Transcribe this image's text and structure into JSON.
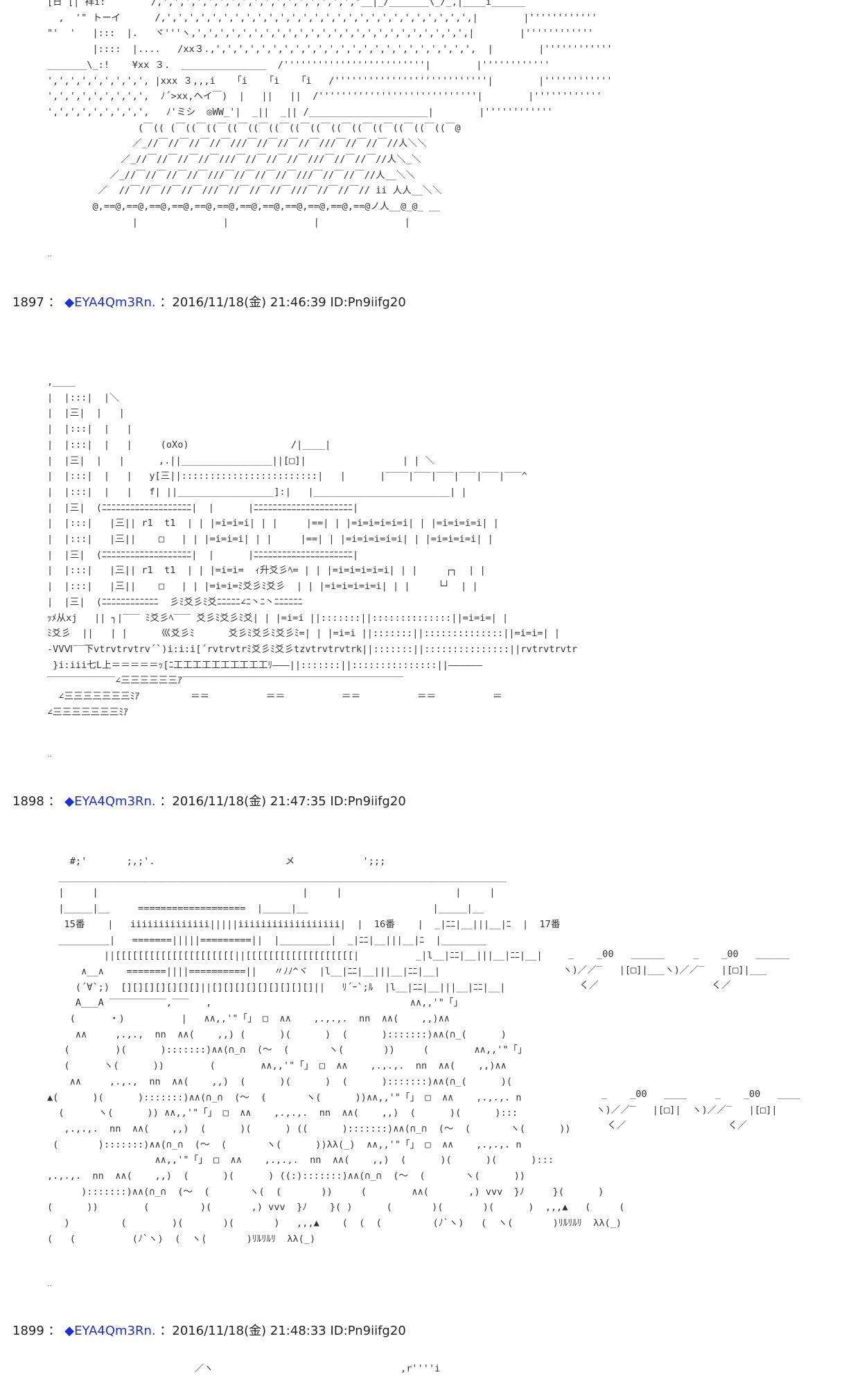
{
  "posts": [
    {
      "id": "top",
      "aa": [
        "[日 [| 祥ı:        /,',',',',',',',',',',',',',',',',',\"__|_/_______\\_/_,|____i______",
        "  ,  '\" トーイ      /,',',',',',',',',',',',',',',',',',',',',',',',',',',',|        |''''''''''''",
        "\"'  '   |:::  |.   ヾ'''ヽ,',',',',',',',',',',',',',',',',',',',',',',',',|        |''''''''''''",
        "        |::::  |....   /xx３.,',',',',',',',',',',',',',',',',',',',',',',',  |        |''''''''''''",
        "_______\\_:!    ¥xx ３.  _______________  /'''''''''''''''''''''''''|        |''''''''''''",
        "',',',',',',',',', |xxx ３,,,i   「i   「i   「i   /'''''''''''''''''''''''''''|        |''''''''''''",
        "',',',',',',',',',  ﾉ´>xx,ヘイ￣)  |   ||   ||  /''''''''''''''''''''''''''''|        |''''''''''''",
        "',',',',',',',',',   ﾉ'ミシ  ◎WW_'|  _||  _|| /_____________________|        |''''''''''''",
        "                (￣(( (￣((￣((￣((￣((￣((￣((￣((￣((￣((￣((￣((￣((￣((￣@",
        "               ／_//￣//￣//￣//￣///￣//￣//￣//￣///￣//￣//￣//人＼＼",
        "             ／_//￣//￣//￣//￣///￣//￣//￣//￣///￣//￣//￣//人＼_＼",
        "           ／_//￣//￣//￣//￣///￣//￣//￣//￣///￣//￣//￣//人__＼＼",
        "         ／  //￣//￣//￣//￣///￣//￣//￣//￣///￣//￣//￣// ii 人人__＼＼",
        "        @,==@,==@,==@,==@,==@,==@,==@,==@,==@,==@,==@,==@ノ人__@_@_ __",
        "               |               |               |               |"
      ],
      "dots": ".."
    },
    {
      "id": "1897",
      "header": {
        "number": "1897",
        "sep": "：",
        "diamond": "◆",
        "name": "EYA4Qm3Rn.",
        "rest": "：2016/11/18(金) 21:46:39 ID:Pn9iifg20"
      },
      "aa": [
        ",____",
        "|  |:::|  |＼",
        "|  |三|  |   |",
        "|  |:::|  |   |",
        "|  |:::|  |   |     (oXo)                  /|____|",
        "|  |三|  |   |      ,.||________________||[□]|                 | | ＼",
        "|  |:::|  |   |   y[三||::::::::::::::::::::::::|   |      |‾‾‾‾|‾‾‾|‾‾‾|‾‾‾|‾‾‾|‾‾‾^",
        "|  |:::|  |   |   f| ||_________________]:|   |________________________| |",
        "|  |三|  (ﾆﾆﾆﾆﾆﾆﾆﾆﾆﾆﾆﾆﾆﾆﾆﾆﾆﾆﾆ|  |      |ﾆﾆﾆﾆﾆﾆﾆﾆﾆﾆﾆﾆﾆﾆﾆﾆﾆﾆﾆﾆﾆ|",
        "|  |:::|   |三|| r1  t1  | | |=i=i=i| | |     |==| | |=i=i=i=i=i| | |=i=i=i=i| |",
        "|  |:::|   |三||    □   | | |=i=i=i| | |     |==| | |=i=i=i=i=i| | |=i=i=i=i| |",
        "|  |三|  (ﾆﾆﾆﾆﾆﾆﾆﾆﾆﾆﾆﾆﾆﾆﾆﾆﾆﾆﾆ|  |      |ﾆﾆﾆﾆﾆﾆﾆﾆﾆﾆﾆﾆﾆﾆﾆﾆﾆﾆﾆﾆﾆ|",
        "|  |:::|   |三|| r1  t1  | | |=i=i=  ｨ升爻彡ﾍ= | | |=i=i=i=i=i| | |     ┌┐  | |",
        "|  |:::|   |三||    □   | | |=i=i=ﾐ爻彡ﾐ爻彡  | | |=i=i=i=i=i| | |     └┘  | |",
        "|  |三|  (ﾆﾆﾆﾆﾆﾆﾆﾆﾆﾆﾆﾆ  彡ﾐ爻彡ﾐ爻ﾆﾆﾆﾆﾆ∠ﾆ丶ﾆ丶ﾆﾆﾆﾆﾆﾆ",
        "ｯﾒ从xj   || ┐|‾‾‾ ﾐ爻彡ﾍ‾‾‾ 爻彡ﾐ爻彡ﾐ爻| | |=i=i ||:::::::||::::::::::::::||=i=i=| |",
        "ﾐ爻彡  ||   | |      巛爻彡ﾐ      爻彡ﾐ爻彡ﾐ爻彡ﾐ=| | |=i=i ||:::::::||::::::::::::::||=i=i=| |",
        "‐VVⅥ‾‾下vtrvtrvtrv´`)i:i:i[´rvtrvtrﾐ爻彡ﾐ爻彡tzvtrvtrvtrk||:::::::||:::::::::::::::||rvtrvtrvtr",
        " }i:iii七L上＝＝＝＝＝ｯ[ﾆ工工工工工工工工工工ﾘ―――||:::::::||:::::::::::::::||――――――",
        "‾‾‾‾‾‾‾‾‾‾‾‾∠三三三三三三ｱ‾‾‾‾‾‾‾‾‾‾‾‾‾‾‾‾‾‾‾‾‾‾‾‾‾‾‾‾‾‾‾‾‾‾‾‾‾‾‾",
        "  ∠三三三三三三三ﾐｱ         ＝＝          ＝＝          ＝＝          ＝＝          ＝",
        "∠三三三三三三三ﾐｱ"
      ],
      "dots": ".."
    },
    {
      "id": "1898",
      "header": {
        "number": "1898",
        "sep": "：",
        "diamond": "◆",
        "name": "EYA4Qm3Rn.",
        "rest": "：2016/11/18(金) 21:47:35 ID:Pn9iifg20"
      },
      "aa": [
        "    #;'       ;,;'.                       メ            ';;;",
        "  _______________________________________________________________________________",
        "  |     |                                    |     |                    |     |",
        "  |_____|__     ===================  |_____|__                      |_____|__",
        "   15番    |   iiiiiiiiiiiiii|||||iiiiiiiiiiiiiiiiii|  |  16番    |  _|ﾆﾆ|__|||__|ﾆ  |  17番",
        "  _________|   =======|||||=========||  |_________|  _|ﾆﾆ|__|||__|ﾆ  |________",
        "          ||[[[[[[[[[[[[[[[[[[[[[||[[[[[[[[[[[[[[[[[[[|          _|l__|ﾆﾆ|__|||__|ﾆﾆ|__|",
        "      ∧__∧    =======||||==========||   〃ﾉﾉ^ヾ  |l__|ﾆﾆ|__|||__|ﾆﾆ|__|",
        "     (´∀`;)  [][][][][][][]||[][][][][][][][][]||   ﾘ´ｰ`;ﾙ  |l__|ﾆﾆ|__|||__|ﾆﾆ|__|",
        "     A___A ‾‾‾‾‾‾‾‾‾‾,‾‾‾   ,                                   ∧∧,,'\"「」",
        "    (      ・)          |   ∧∧,,'\"「」 □  ∧∧    ,.,.,.  nn  ∧∧(    ,,)∧∧",
        "     ∧∧     ,.,.,  nn  ∧∧(    ,,) (      )(      )  (      ):::::::)∧∧(∩_(      )",
        "   (        )(      ):::::::)∧∧(∩_∩  (〜  (       ヽ(       ))     (        ∧∧,,'\"「」",
        "   (      ヽ(      ))        (        ∧∧,,'\"「」 □  ∧∧    ,.,.,.  nn  ∧∧(    ,,)∧∧",
        "    ∧∧     ,.,.,  nn  ∧∧(    ,,)  (      )(      )  (      ):::::::)∧∧(∩_(      )(",
        "▲(      )(      ):::::::)∧∧(∩_∩  (〜  (       ヽ(      ))∧∧,,'\"「」 □  ∧∧    ,.,.,. n",
        "  (      ヽ(      )) ∧∧,,'\"「」 □  ∧∧    ,.,.,.  nn  ∧∧(    ,,)  (      )(      ):::",
        "   ,.,.,.  nn  ∧∧(    ,,)  (      )(      ) ((      ):::::::)∧∧(∩_∩  (〜  (       ヽ(      ))",
        " (       ):::::::)∧∧(∩_∩  (〜  (       ヽ(      ))λλ(_)  ∧∧,,'\"「」 □  ∧∧    ,.,.,. n",
        "                   ∧∧,,'\"「」 □  ∧∧    ,.,.,.  nn  ∧∧(    ,,)  (      )(      )(      ):::",
        ",.,.,.  nn  ∧∧(    ,,)  (      )(      ) ((:):::::::)∧∧(∩_∩  (〜  (       ヽ(      ))",
        "      ):::::::)∧∧(∩_∩  (〜  (       ヽ(  (       ))     (        ∧∧(       ,) vvv  }ﾉ     }(      )",
        "(      ))        (         )(       ,) vvv  }ﾉ    }( )      (       )(       )(      )  ,,,▲   (     (",
        "   )         (        )(       )(       )   ,,,▲    (  (  (         (ﾉ`ヽ)   (  ヽ(       )ﾘﾙﾘﾙﾘ  λλ(_)",
        "(   (          (ﾉ`ヽ)  (  ヽ(       )ﾘﾙﾘﾙﾘ  λλ(_)"
      ],
      "side_aa_1": [
        " _    _00   ______     _    _00   ______",
        "ヽ)／／‾   |[□]|___ヽ)／／‾   |[□]|___",
        "   く／                    く／"
      ],
      "side_aa_2": [
        " _    _00   ____     _    _00   ____",
        "ヽ)／／‾   |[□]|  ヽ)／／‾   |[□]|",
        "  く／                  く／"
      ],
      "dots": ".."
    },
    {
      "id": "1899",
      "header": {
        "number": "1899",
        "sep": "：",
        "diamond": "◆",
        "name": "EYA4Qm3Rn.",
        "rest": "：2016/11/18(金) 21:48:33 ID:Pn9iifg20"
      },
      "aa": [
        "                          ／ヽ                                 ,r''''i"
      ]
    }
  ]
}
